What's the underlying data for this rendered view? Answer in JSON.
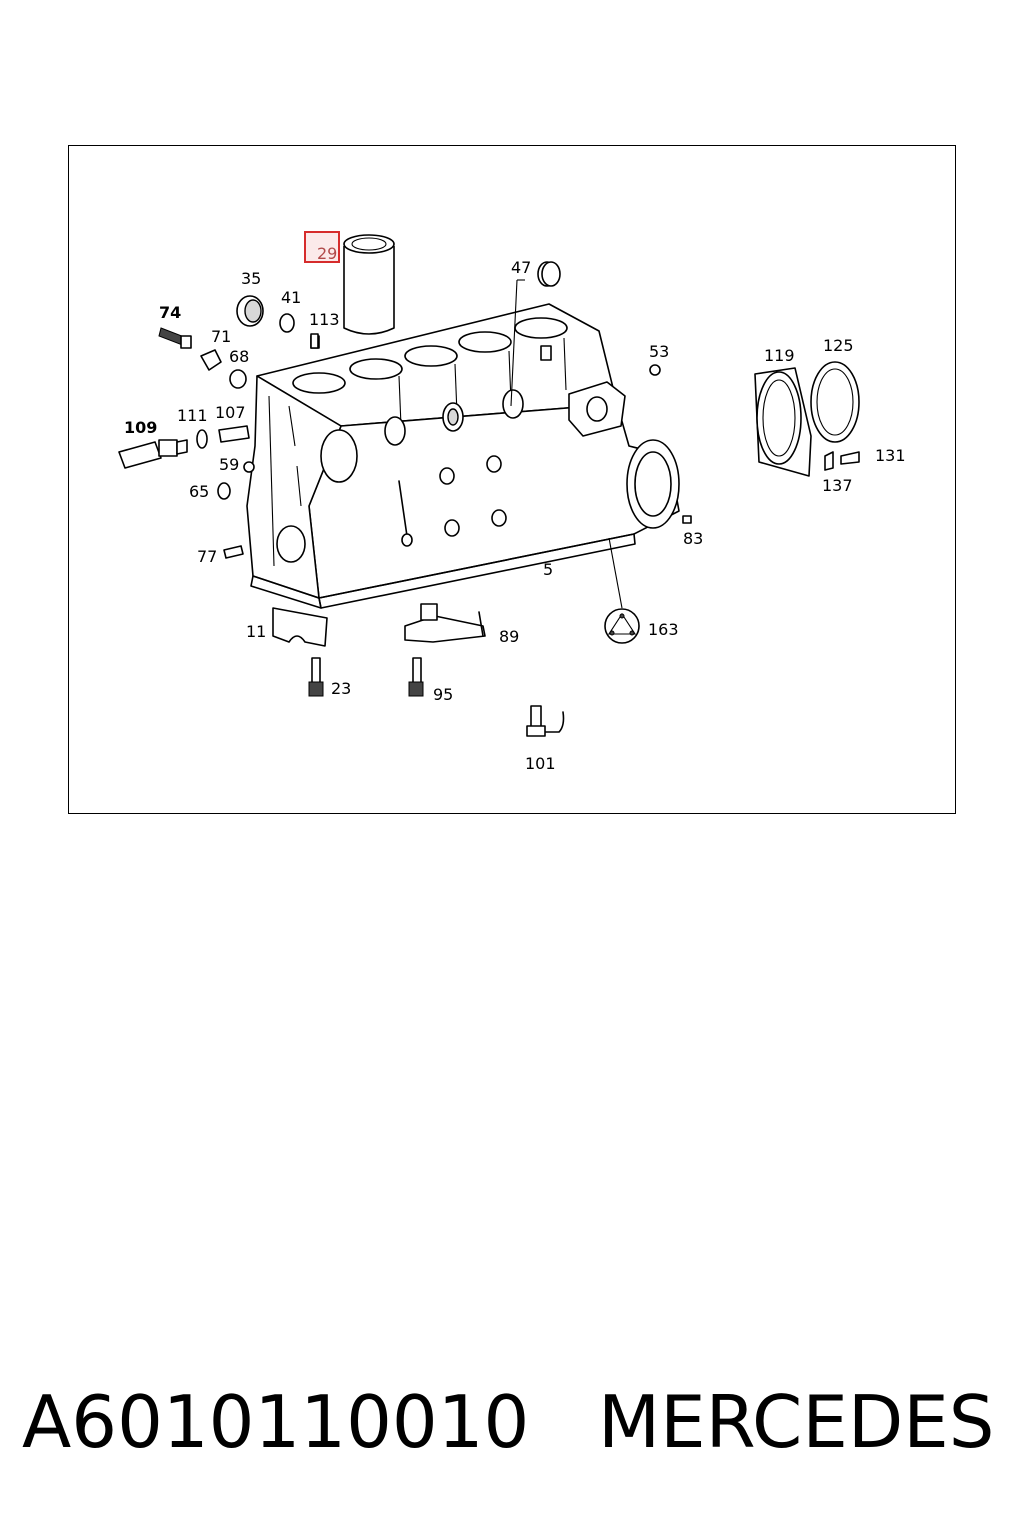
{
  "diagram": {
    "highlight_color": "#d62c2c",
    "labels": {
      "l29": "29",
      "l35": "35",
      "l41": "41",
      "l113": "113",
      "l47": "47",
      "l74": "74",
      "l71": "71",
      "l68": "68",
      "l53": "53",
      "l119": "119",
      "l125": "125",
      "l109": "109",
      "l111": "111",
      "l107": "107",
      "l59": "59",
      "l65": "65",
      "l131": "131",
      "l137": "137",
      "l83": "83",
      "l77": "77",
      "l5": "5",
      "l11": "11",
      "l89": "89",
      "l163": "163",
      "l23": "23",
      "l95": "95",
      "l101": "101"
    }
  },
  "footer": {
    "part_number": "A6010110010",
    "brand": "MERCEDES"
  }
}
